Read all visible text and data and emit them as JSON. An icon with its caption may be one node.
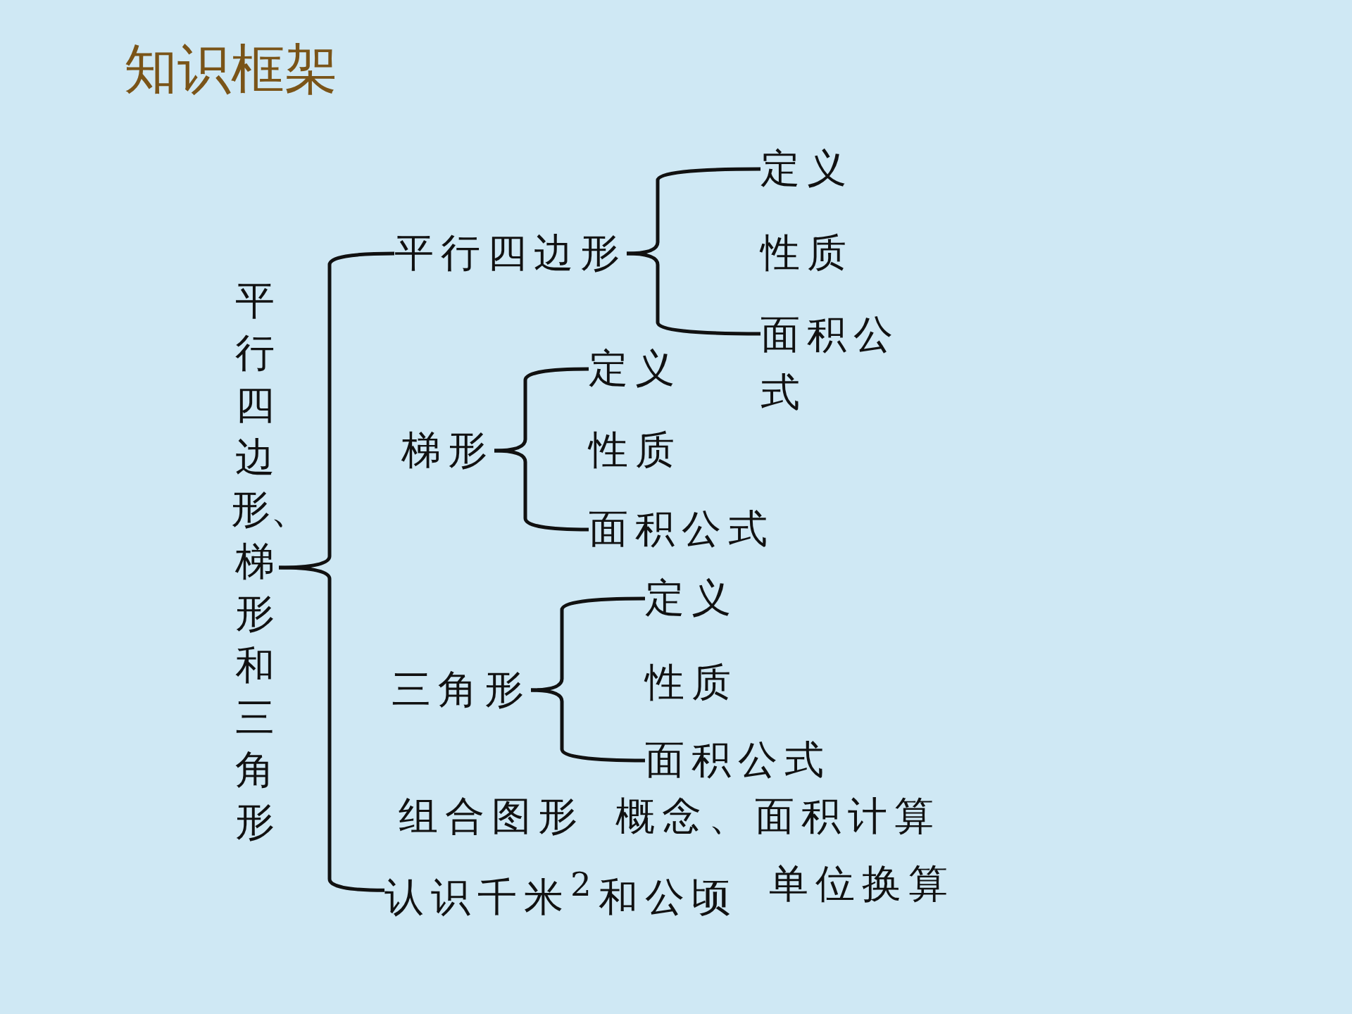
{
  "diagram": {
    "title": "知识框架",
    "nodes": [
      {
        "text": [
          "平行四边形、梯形和三角形"
        ]
      },
      {
        "text": [
          "平行四边形"
        ]
      },
      {
        "text": [
          "定义"
        ]
      },
      {
        "text": [
          "性质"
        ]
      },
      {
        "text": [
          "面积公式"
        ]
      },
      {
        "text": [
          "梯形"
        ]
      },
      {
        "text": [
          "定义"
        ]
      },
      {
        "text": [
          "性质"
        ]
      },
      {
        "text": [
          "面积公式"
        ]
      },
      {
        "text": [
          "三角形"
        ]
      },
      {
        "text": [
          "定义"
        ]
      },
      {
        "text": [
          "性质"
        ]
      },
      {
        "text": [
          "面积公式"
        ]
      },
      {
        "text": [
          "组合图形"
        ],
        "beside": [
          "概念、面积计算"
        ]
      },
      {
        "text": [
          "认识千米$^{2}$和公顷"
        ],
        "beside": [
          "单位换算"
        ]
      }
    ],
    "edges": [
      {
        "from": 0,
        "to": 1,
        "arrow": "none"
      },
      {
        "from": 0,
        "to": 14,
        "arrow": "none"
      },
      {
        "from": 1,
        "to": 2,
        "arrow": "none"
      },
      {
        "from": 1,
        "to": 4,
        "arrow": "none"
      },
      {
        "from": 5,
        "to": 6,
        "arrow": "none"
      },
      {
        "from": 5,
        "to": 8,
        "arrow": "none"
      },
      {
        "from": 9,
        "to": 10,
        "arrow": "none"
      },
      {
        "from": 9,
        "to": 12,
        "arrow": "none"
      }
    ]
  }
}
